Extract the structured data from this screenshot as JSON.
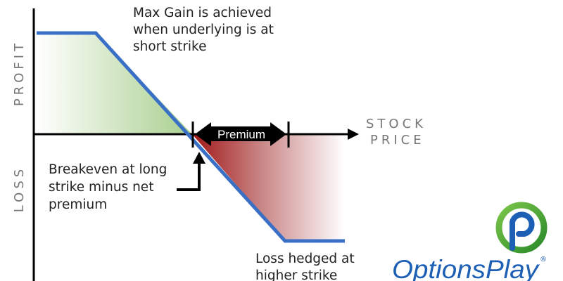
{
  "axes": {
    "y_positive_label": "PROFIT",
    "y_negative_label": "LOSS",
    "x_label_line1": "STOCK",
    "x_label_line2": "PRICE"
  },
  "annotations": {
    "max_gain": [
      "Max Gain is achieved",
      "when underlying is at",
      "short strike"
    ],
    "breakeven": [
      "Breakeven at long",
      "strike minus net",
      "premium"
    ],
    "loss": [
      "Loss hedged at",
      "higher strike"
    ],
    "premium": "Premium"
  },
  "brand": {
    "name": "OptionsPlay",
    "registered_mark": "®"
  },
  "colors": {
    "payoff_line": "#3a6fc6",
    "profit_fill": "#a9cf8e",
    "loss_fill": "#a11818",
    "axis": "#000000",
    "brand_blue": "#1d5fb4",
    "brand_green": "#3f9b2c"
  }
}
